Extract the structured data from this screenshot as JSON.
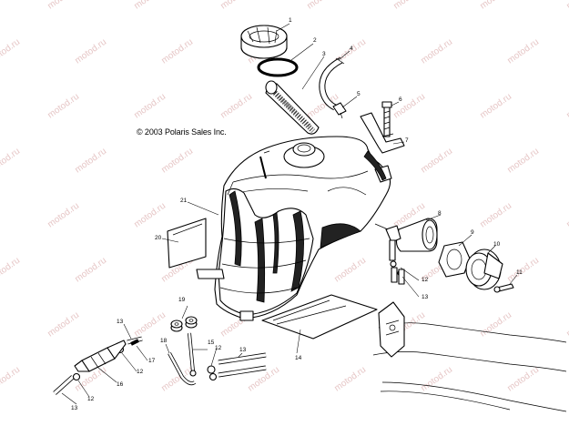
{
  "copyright": "© 2003 Polaris Sales Inc.",
  "watermark": "motod.ru",
  "callouts": {
    "c1": "1",
    "c2": "2",
    "c3": "3",
    "c4": "4",
    "c5": "5",
    "c6": "6",
    "c7": "7",
    "c8": "8",
    "c9": "9",
    "c10": "10",
    "c11": "11",
    "c12a": "12",
    "c12b": "12",
    "c12c": "12",
    "c12d": "12",
    "c13a": "13",
    "c13b": "13",
    "c13c": "13",
    "c13d": "13",
    "c14": "14",
    "c15": "15",
    "c16": "16",
    "c17": "17",
    "c18": "18",
    "c19": "19",
    "c20": "20",
    "c21": "21"
  }
}
